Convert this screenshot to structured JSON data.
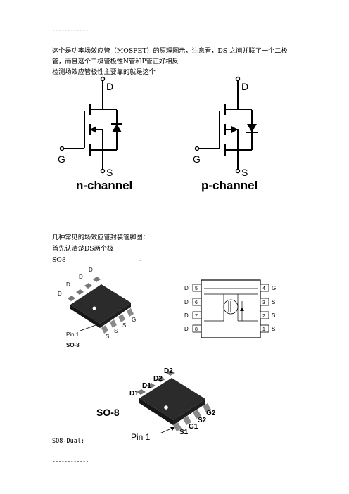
{
  "header_rule": "------------",
  "footer_rule": "------------",
  "intro": {
    "line1": "这个是功率场效应管（MOSFET）的原理图示，注意看，DS 之间并联了一个二极",
    "line2": "管，而且这个二极管极性N管和P管正好相反",
    "line3": "检测场效应管极性主要靠的就是这个"
  },
  "schematics": {
    "n_channel": {
      "caption": "n-channel",
      "d": "D",
      "g": "G",
      "s": "S"
    },
    "p_channel": {
      "caption": "p-channel",
      "d": "D",
      "g": "G",
      "s": "S"
    }
  },
  "section2": {
    "line1": "几种常见的场效应管封装管脚图：",
    "line2": "首先认清楚DS两个极",
    "line3": "SO8",
    "dot": ":"
  },
  "so8_package": {
    "top_pins": [
      "D",
      "D",
      "D",
      "D"
    ],
    "bottom_pins": [
      "S",
      "S",
      "S",
      "G"
    ],
    "pin1": "Pin 1",
    "name": "SO-8"
  },
  "so8_pinout": {
    "left": [
      {
        "label": "D",
        "num": "5"
      },
      {
        "label": "D",
        "num": "6"
      },
      {
        "label": "D",
        "num": "7"
      },
      {
        "label": "D",
        "num": "8"
      }
    ],
    "right": [
      {
        "num": "4",
        "label": "G"
      },
      {
        "num": "3",
        "label": "S"
      },
      {
        "num": "2",
        "label": "S"
      },
      {
        "num": "1",
        "label": "S"
      }
    ]
  },
  "so8_dual": {
    "top_pins": [
      "D1",
      "D1",
      "D2",
      "D2"
    ],
    "bottom_pins": [
      "S1",
      "G1",
      "S2",
      "G2"
    ],
    "name": "SO-8",
    "pin1": "Pin 1"
  },
  "so8_dual_caption": "SO8-Dual:"
}
